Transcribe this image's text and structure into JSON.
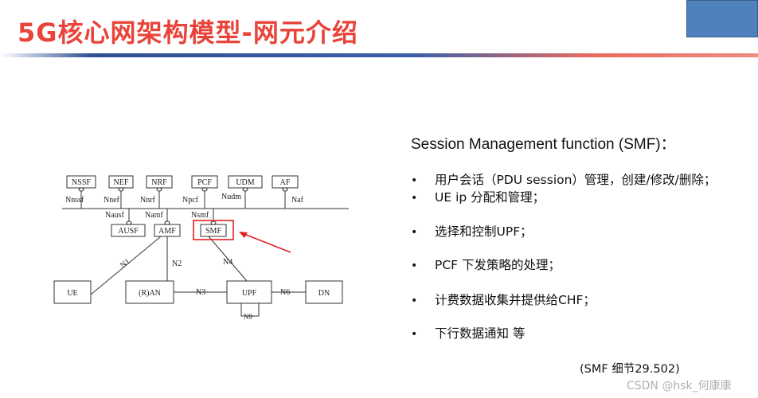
{
  "title": "5G核心网架构模型-网元介绍",
  "colors": {
    "title": "#e8443a",
    "bar_left": "#2e4f93",
    "bar_right": "#e86a5e",
    "corner_box": "#4f81bd",
    "highlight": "#e02020"
  },
  "diagram": {
    "top_nfs": [
      "NSSF",
      "NEF",
      "NRF",
      "PCF",
      "UDM",
      "AF"
    ],
    "top_interfaces": [
      "Nnssf",
      "Nnef",
      "Nnrf",
      "Npcf",
      "Nudm",
      "Naf"
    ],
    "bottom_interfaces": [
      "Nausf",
      "Namf",
      "Nsmf"
    ],
    "mid_nfs": [
      "AUSF",
      "AMF",
      "SMF"
    ],
    "access_nodes": [
      "UE",
      "(R)AN",
      "UPF",
      "DN"
    ],
    "links": [
      "N1",
      "N2",
      "N4",
      "N3",
      "N6",
      "N9"
    ]
  },
  "smf": {
    "heading": "Session Management function (SMF)：",
    "bullets": [
      "用户会话（PDU session）管理，创建/修改/删除；",
      "UE ip 分配和管理；",
      "选择和控制UPF；",
      "PCF 下发策略的处理；",
      "计费数据收集并提供给CHF；",
      "下行数据通知  等"
    ],
    "bullet_symbol": "•",
    "note": "(SMF 细节29.502)"
  },
  "watermark": "CSDN @hsk_何康康"
}
